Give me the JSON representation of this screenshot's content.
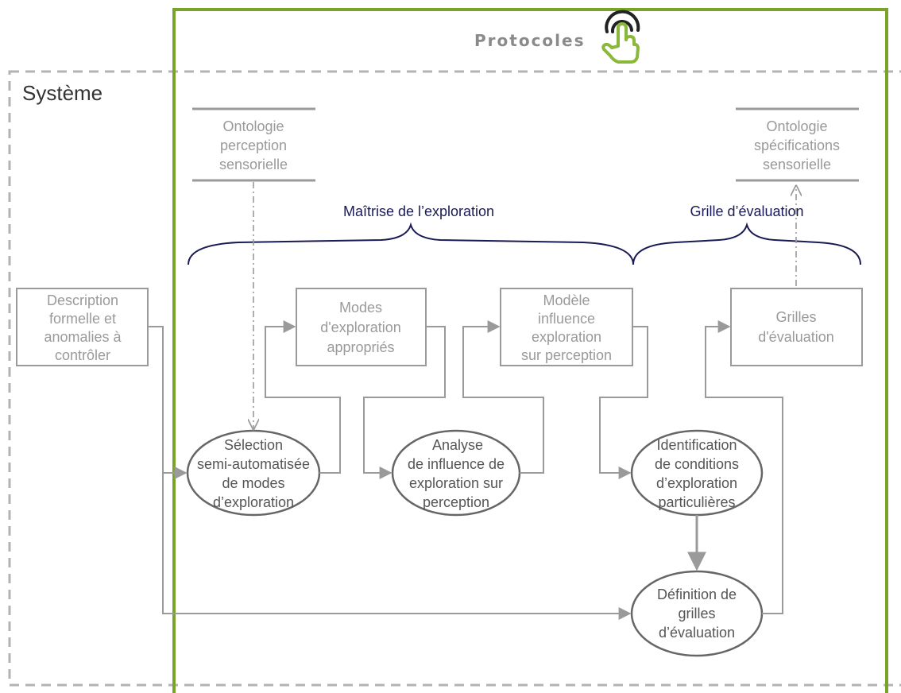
{
  "protocols": {
    "title": "Protocoles",
    "icon": "touch-icon"
  },
  "system": {
    "label": "Système"
  },
  "ontologies": {
    "perception": [
      "Ontologie",
      "perception",
      "sensorielle"
    ],
    "specifications": [
      "Ontologie",
      "spécifications",
      "sensorielle"
    ]
  },
  "braces": {
    "exploration": "Maîtrise de l’exploration",
    "evaluation": "Grille d’évaluation"
  },
  "boxes": {
    "description": [
      "Description",
      "formelle et",
      "anomalies à",
      "contrôler"
    ],
    "modes": [
      "Modes",
      "d'exploration",
      "appropriés"
    ],
    "modele": [
      "Modèle",
      "influence",
      "exploration",
      "sur perception"
    ],
    "grilles": [
      "Grilles",
      "d'évaluation"
    ]
  },
  "ellipses": {
    "selection": [
      "Sélection",
      "semi-automatisée",
      "de modes",
      "d’exploration"
    ],
    "analyse": [
      "Analyse",
      "de influence de",
      "exploration sur",
      "perception"
    ],
    "identification": [
      "Identification",
      "de conditions",
      "d’exploration",
      "particulières"
    ],
    "definition": [
      "Définition de",
      "grilles",
      "d’évaluation"
    ]
  },
  "colors": {
    "protocol_frame": "#7aa32a",
    "system_frame": "#b3b3b3",
    "box_stroke": "#9a9a9a",
    "ellipse_stroke": "#666666",
    "brace": "#1a1a55"
  }
}
